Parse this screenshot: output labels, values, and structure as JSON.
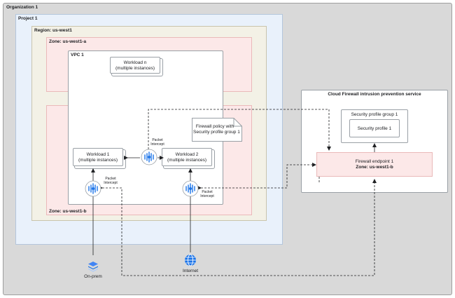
{
  "labels": {
    "organization": "Organization 1",
    "project": "Project 1",
    "region": "Region: us-west1",
    "zone_a": "Zone: us-west1-a",
    "zone_b": "Zone: us-west1-b",
    "vpc": "VPC 1",
    "cloud_service": "Cloud Firewall intrusion prevention service"
  },
  "workloads": {
    "n": {
      "title": "Workload n",
      "subtitle": "(multiple instances)"
    },
    "w1": {
      "title": "Workload 1",
      "subtitle": "(multiple instances)"
    },
    "w2": {
      "title": "Workload 2",
      "subtitle": "(multiple instances)"
    }
  },
  "policy_note": {
    "line1": "Firewall policy with",
    "line2": "Security profile group 1"
  },
  "security": {
    "group": "Security profile group 1",
    "profile": "Security profile 1"
  },
  "endpoint": {
    "title": "Firewall endpoint 1",
    "zone": "Zone: us-west1-b"
  },
  "intercepts": {
    "center": {
      "line1": "Packet",
      "line2": "Intercept"
    },
    "left": {
      "line1": "Packet",
      "line2": "Intercept"
    },
    "right": {
      "line1": "Packet",
      "line2": "Intercept"
    }
  },
  "external": {
    "onprem": "On-prem",
    "internet": "Internet"
  },
  "icons": {
    "intercept": "packet-intercept-icon",
    "onprem": "on-prem-stack-icon",
    "internet": "globe-icon"
  },
  "colors": {
    "intercept_blue": "#1a73e8",
    "zone_fill": "#fce8e8",
    "project_fill": "#e9f1fb",
    "region_fill": "#f3f1e6",
    "org_fill": "#d9d9d9"
  }
}
